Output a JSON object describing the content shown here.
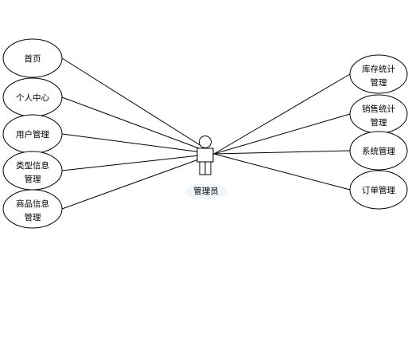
{
  "actor": {
    "label": "管理员",
    "icon": "person-icon"
  },
  "left_use_cases": [
    {
      "lines": [
        "首页"
      ]
    },
    {
      "lines": [
        "个人中心"
      ]
    },
    {
      "lines": [
        "用户管理"
      ]
    },
    {
      "lines": [
        "类型信息",
        "管理"
      ]
    },
    {
      "lines": [
        "商品信息",
        "管理"
      ]
    }
  ],
  "right_use_cases": [
    {
      "lines": [
        "库存统计",
        "管理"
      ]
    },
    {
      "lines": [
        "销售统计",
        "管理"
      ]
    },
    {
      "lines": [
        "系统管理"
      ]
    },
    {
      "lines": [
        "订单管理"
      ]
    }
  ]
}
